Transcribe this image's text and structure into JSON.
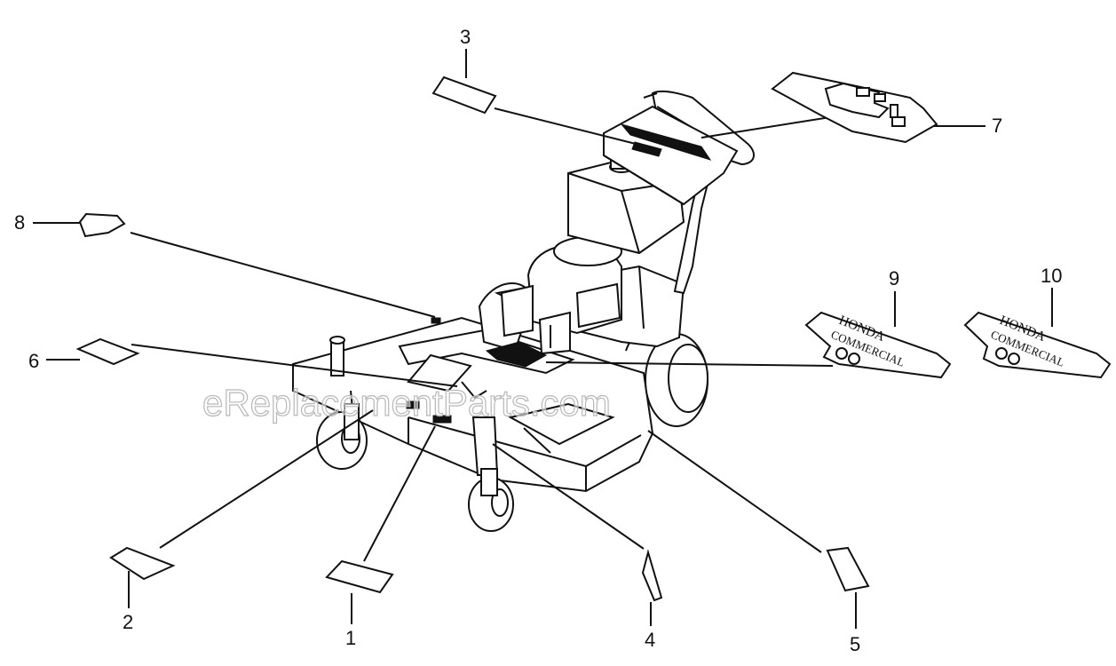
{
  "watermark": "eReplacementParts.com",
  "callouts": {
    "c1": "1",
    "c2": "2",
    "c3": "3",
    "c4": "4",
    "c5": "5",
    "c6": "6",
    "c7": "7",
    "c8": "8",
    "c9": "9",
    "c10": "10"
  },
  "decals": {
    "d9": {
      "line1": "HONDA",
      "line2": "COMMERCIAL"
    },
    "d10": {
      "line1": "HONDA",
      "line2": "COMMERCIAL"
    }
  },
  "colors": {
    "ink": "#111111",
    "paper": "#ffffff",
    "watermark": "#b8b8b8"
  }
}
